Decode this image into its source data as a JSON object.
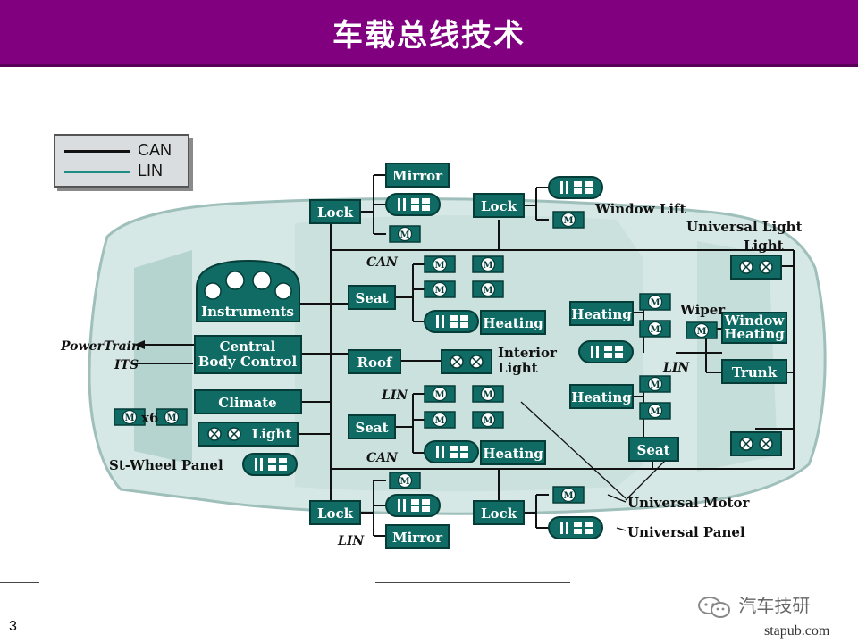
{
  "slide": {
    "title": "车载总线技术",
    "page_number": "3"
  },
  "legend": {
    "can_label": "CAN",
    "lin_label": "LIN",
    "can_color": "#111111",
    "lin_color": "#1d8c84"
  },
  "modules": {
    "lock_front_left": "Lock",
    "mirror_left": "Mirror",
    "lock_front_right": "Lock",
    "seat_front": "Seat",
    "heating_front": "Heating",
    "instruments": "Instruments",
    "central_body_control": "Central Body Control",
    "roof": "Roof",
    "climate": "Climate",
    "light_front": "Light",
    "seat_rear": "Seat",
    "heating_rear": "Heating",
    "heating_rear_right_1": "Heating",
    "heating_rear_right_2": "Heating",
    "window_heating": "Window Heating",
    "trunk": "Trunk",
    "seat_right": "Seat",
    "lock_rear_left": "Lock",
    "mirror_rear": "Mirror",
    "lock_rear_right": "Lock"
  },
  "labels": {
    "window_lift": "Window Lift",
    "universal_light": "Universal Light",
    "universal_light_sub": "Light",
    "can_top": "CAN",
    "interior_light": "Interior Light",
    "wiper": "Wiper",
    "lin_right": "LIN",
    "powertrain": "PowerTrain",
    "its": "ITS",
    "lin_mid": "LIN",
    "x6": "x6",
    "st_wheel_panel": "St-Wheel Panel",
    "can_bottom": "CAN",
    "universal_motor": "Universal Motor",
    "universal_panel": "Universal Panel",
    "lin_bottom": "LIN",
    "motor_symbol": "M"
  },
  "watermark": {
    "brand": "汽车技研",
    "source": "stapub.com"
  },
  "colors": {
    "title_bar": "#800080",
    "module_fill": "#0f6b63",
    "car_body": "#cfe4e1"
  }
}
